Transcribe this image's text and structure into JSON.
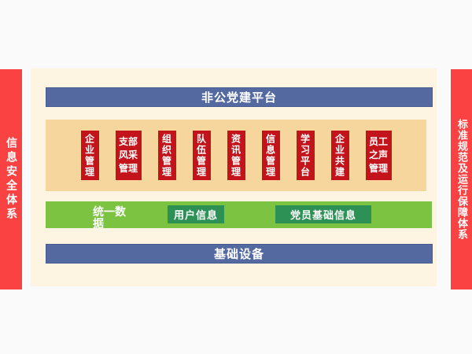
{
  "diagram": {
    "security_bar": {
      "label": "信息安全体系"
    },
    "standards_bar": {
      "label": "标准规范及运行保障体系"
    },
    "platform_bar": {
      "label": "非公党建平台"
    },
    "modules": [
      {
        "label": "企业管理"
      },
      {
        "label": "支部风采管理"
      },
      {
        "label": "组织管理"
      },
      {
        "label": "队伍管理"
      },
      {
        "label": "资讯管理"
      },
      {
        "label": "信息管理"
      },
      {
        "label": "学习平台"
      },
      {
        "label": "企业共建"
      },
      {
        "label": "员工之声管理"
      }
    ],
    "data_bar": {
      "label": "统一数据",
      "chips": [
        {
          "label": "用户信息"
        },
        {
          "label": "党员基础信息"
        }
      ]
    },
    "infra_bar": {
      "label": "基础设备"
    },
    "colors": {
      "side_red": "#fb4242",
      "panel_cream": "#fdf5e2",
      "bar_blue": "#5569a1",
      "module_red": "#c3141c",
      "module_strip_tan": "#f6d69d",
      "data_green": "#7cc342",
      "chip_green": "#2d9155",
      "page_background": "#fafafa"
    }
  }
}
